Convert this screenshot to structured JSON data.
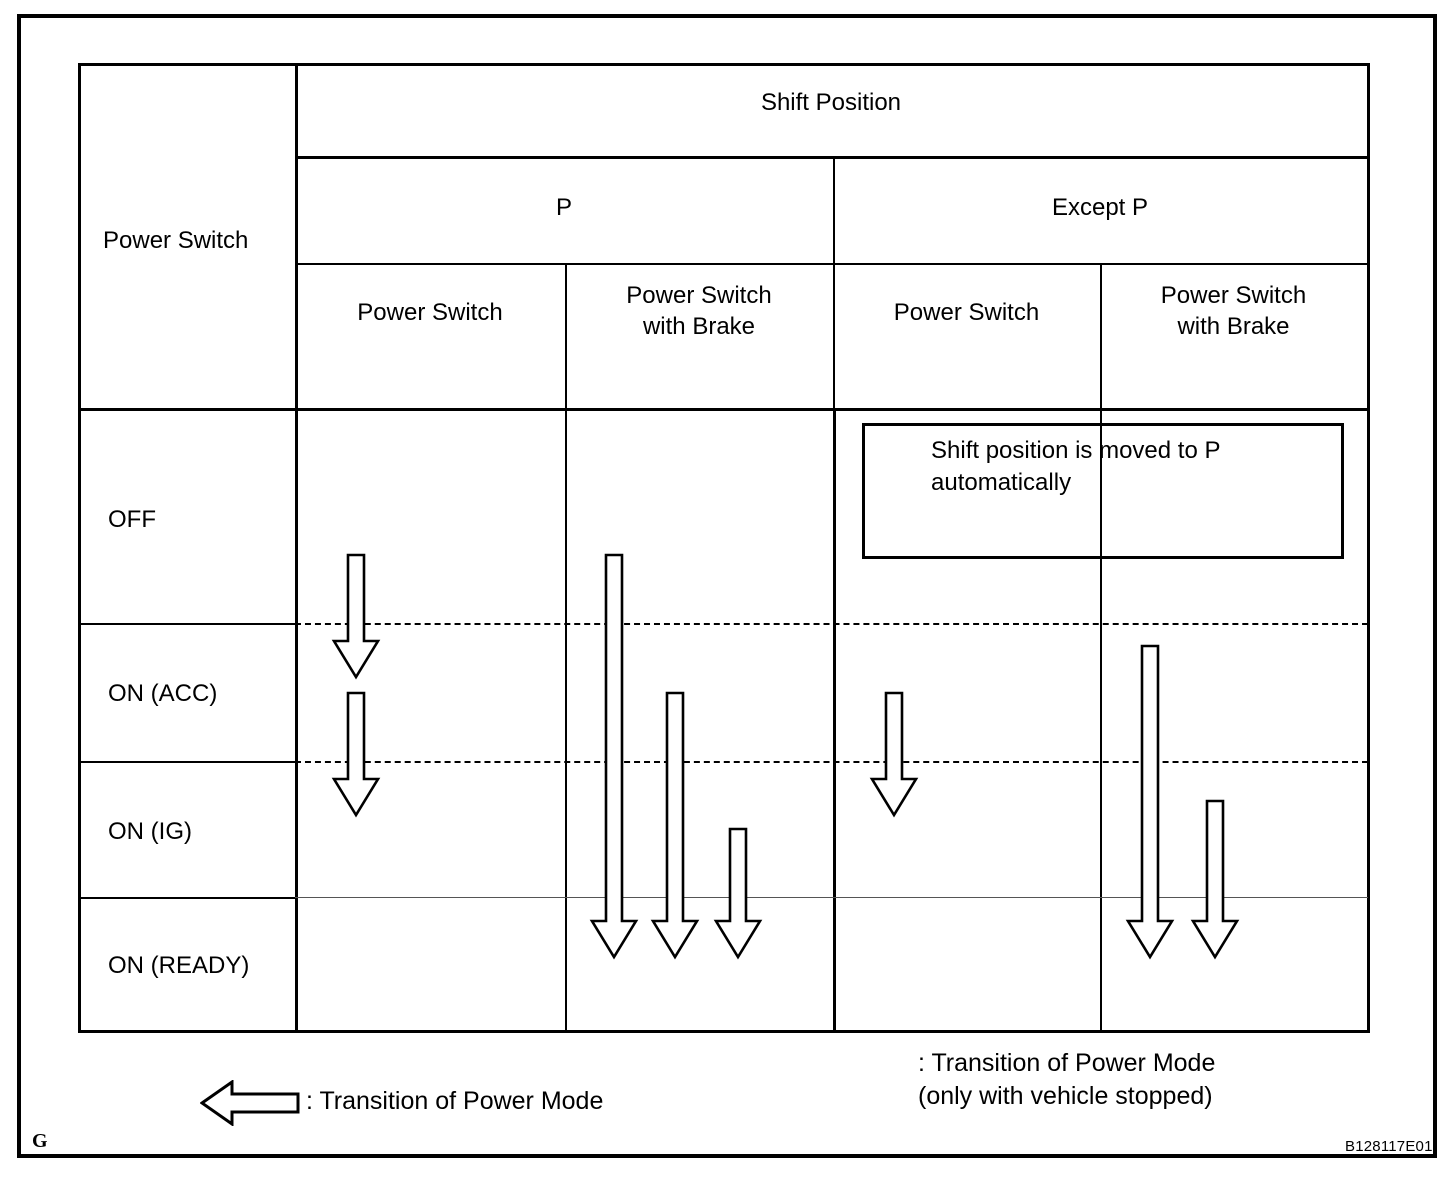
{
  "diagram": {
    "reference_code": "B128117E01",
    "corner_marker": "G",
    "row_header_title": "Power Switch",
    "top_header": "Shift Position",
    "shift_groups": [
      {
        "label": "P",
        "subcolumns": [
          "Power Switch",
          "Power Switch\nwith Brake"
        ]
      },
      {
        "label": "Except P",
        "subcolumns": [
          "Power Switch",
          "Power Switch\nwith Brake"
        ]
      }
    ],
    "power_modes": [
      "OFF",
      "ON (ACC)",
      "ON (IG)",
      "ON (READY)"
    ],
    "callout": {
      "text": "Shift position is moved to P\nautomatically"
    },
    "legend": [
      {
        "icon": "left-arrow-outline",
        "text": ": Transition of Power Mode"
      },
      {
        "icon": "none",
        "text": ": Transition of Power Mode\n (only with vehicle stopped)"
      }
    ],
    "transitions": [
      {
        "column": "P / Power Switch",
        "from": "OFF",
        "to": "ON (ACC)"
      },
      {
        "column": "P / Power Switch",
        "from": "ON (ACC)",
        "to": "ON (IG)"
      },
      {
        "column": "P / Power Switch with Brake",
        "from": "OFF",
        "to": "ON (READY)"
      },
      {
        "column": "P / Power Switch with Brake",
        "from": "ON (ACC)",
        "to": "ON (READY)"
      },
      {
        "column": "P / Power Switch with Brake",
        "from": "ON (IG)",
        "to": "ON (READY)"
      },
      {
        "column": "Except P / Power Switch",
        "from": "ON (ACC)",
        "to": "ON (IG)"
      },
      {
        "column": "Except P / Power Switch with Brake",
        "from": "ON (ACC)",
        "to": "ON (READY)"
      },
      {
        "column": "Except P / Power Switch with Brake",
        "from": "ON (IG)",
        "to": "ON (READY)"
      }
    ],
    "colors": {
      "line": "#000000",
      "background": "#ffffff"
    }
  }
}
